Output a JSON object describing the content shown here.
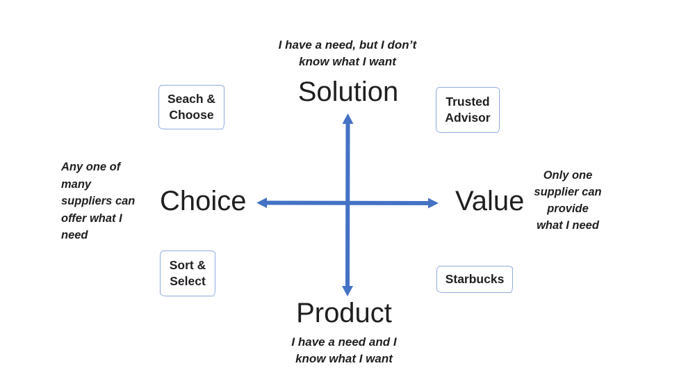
{
  "diagram": {
    "axes": {
      "top": {
        "label": "Solution",
        "note": "I have a need, but I don’t\nknow what I want"
      },
      "bottom": {
        "label": "Product",
        "note": "I have a need and I\nknow what I want"
      },
      "left": {
        "label": "Choice",
        "note": "Any one of\nmany\nsuppliers can\noffer what I\nneed"
      },
      "right": {
        "label": "Value",
        "note": "Only one\nsupplier can\nprovide\nwhat I need"
      }
    },
    "boxes": {
      "top_left": "Seach &\nChoose",
      "top_right": "Trusted\nAdvisor",
      "bottom_left": "Sort &\nSelect",
      "bottom_right": "Starbucks"
    },
    "colors": {
      "arrow": "#4472C4",
      "box_border": "#8FAADC",
      "text": "#1f1f1f"
    }
  }
}
